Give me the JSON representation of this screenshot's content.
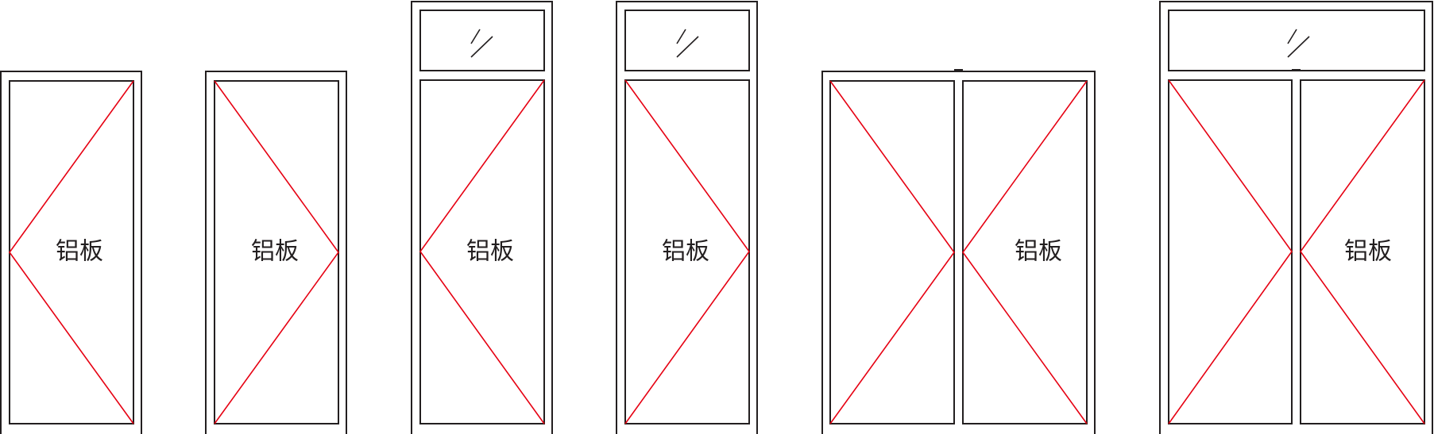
{
  "panel_label": "铝板",
  "colors": {
    "frame": "#231f20",
    "opening_lines": "#e60012",
    "glass_marks": "#231f20"
  },
  "legend": {
    "glass_symbol": "glass-hatch-icon"
  },
  "doors": [
    {
      "id": "door-1",
      "type": "single",
      "transom": false,
      "opening": "left-pointing"
    },
    {
      "id": "door-2",
      "type": "single",
      "transom": false,
      "opening": "right-pointing"
    },
    {
      "id": "door-3",
      "type": "single",
      "transom": true,
      "opening": "left-pointing"
    },
    {
      "id": "door-4",
      "type": "single",
      "transom": true,
      "opening": "right-pointing"
    },
    {
      "id": "door-5",
      "type": "double",
      "transom": false,
      "opening": "center-pointing"
    },
    {
      "id": "door-6",
      "type": "double",
      "transom": true,
      "opening": "center-pointing"
    }
  ]
}
